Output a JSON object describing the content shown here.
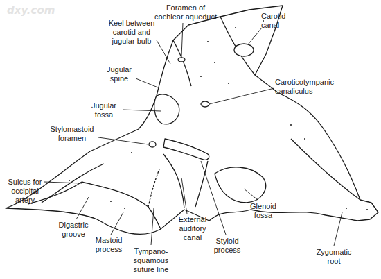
{
  "diagram": {
    "labels": [
      "Foramen of cochlear aqueduct",
      "Carotid canal",
      "Keel between carotid and jugular bulb",
      "Jugular spine",
      "Caroticotympanic canaliculus",
      "Jugular fossa",
      "Stylomastoid foramen",
      "Sulcus for occipital artery",
      "Digastric groove",
      "Mastoid process",
      "Tympano- squamous suture line",
      "External auditory canal",
      "Styloid process",
      "Glenoid fossa",
      "Zygomatic root",
      "dxy.com"
    ]
  }
}
